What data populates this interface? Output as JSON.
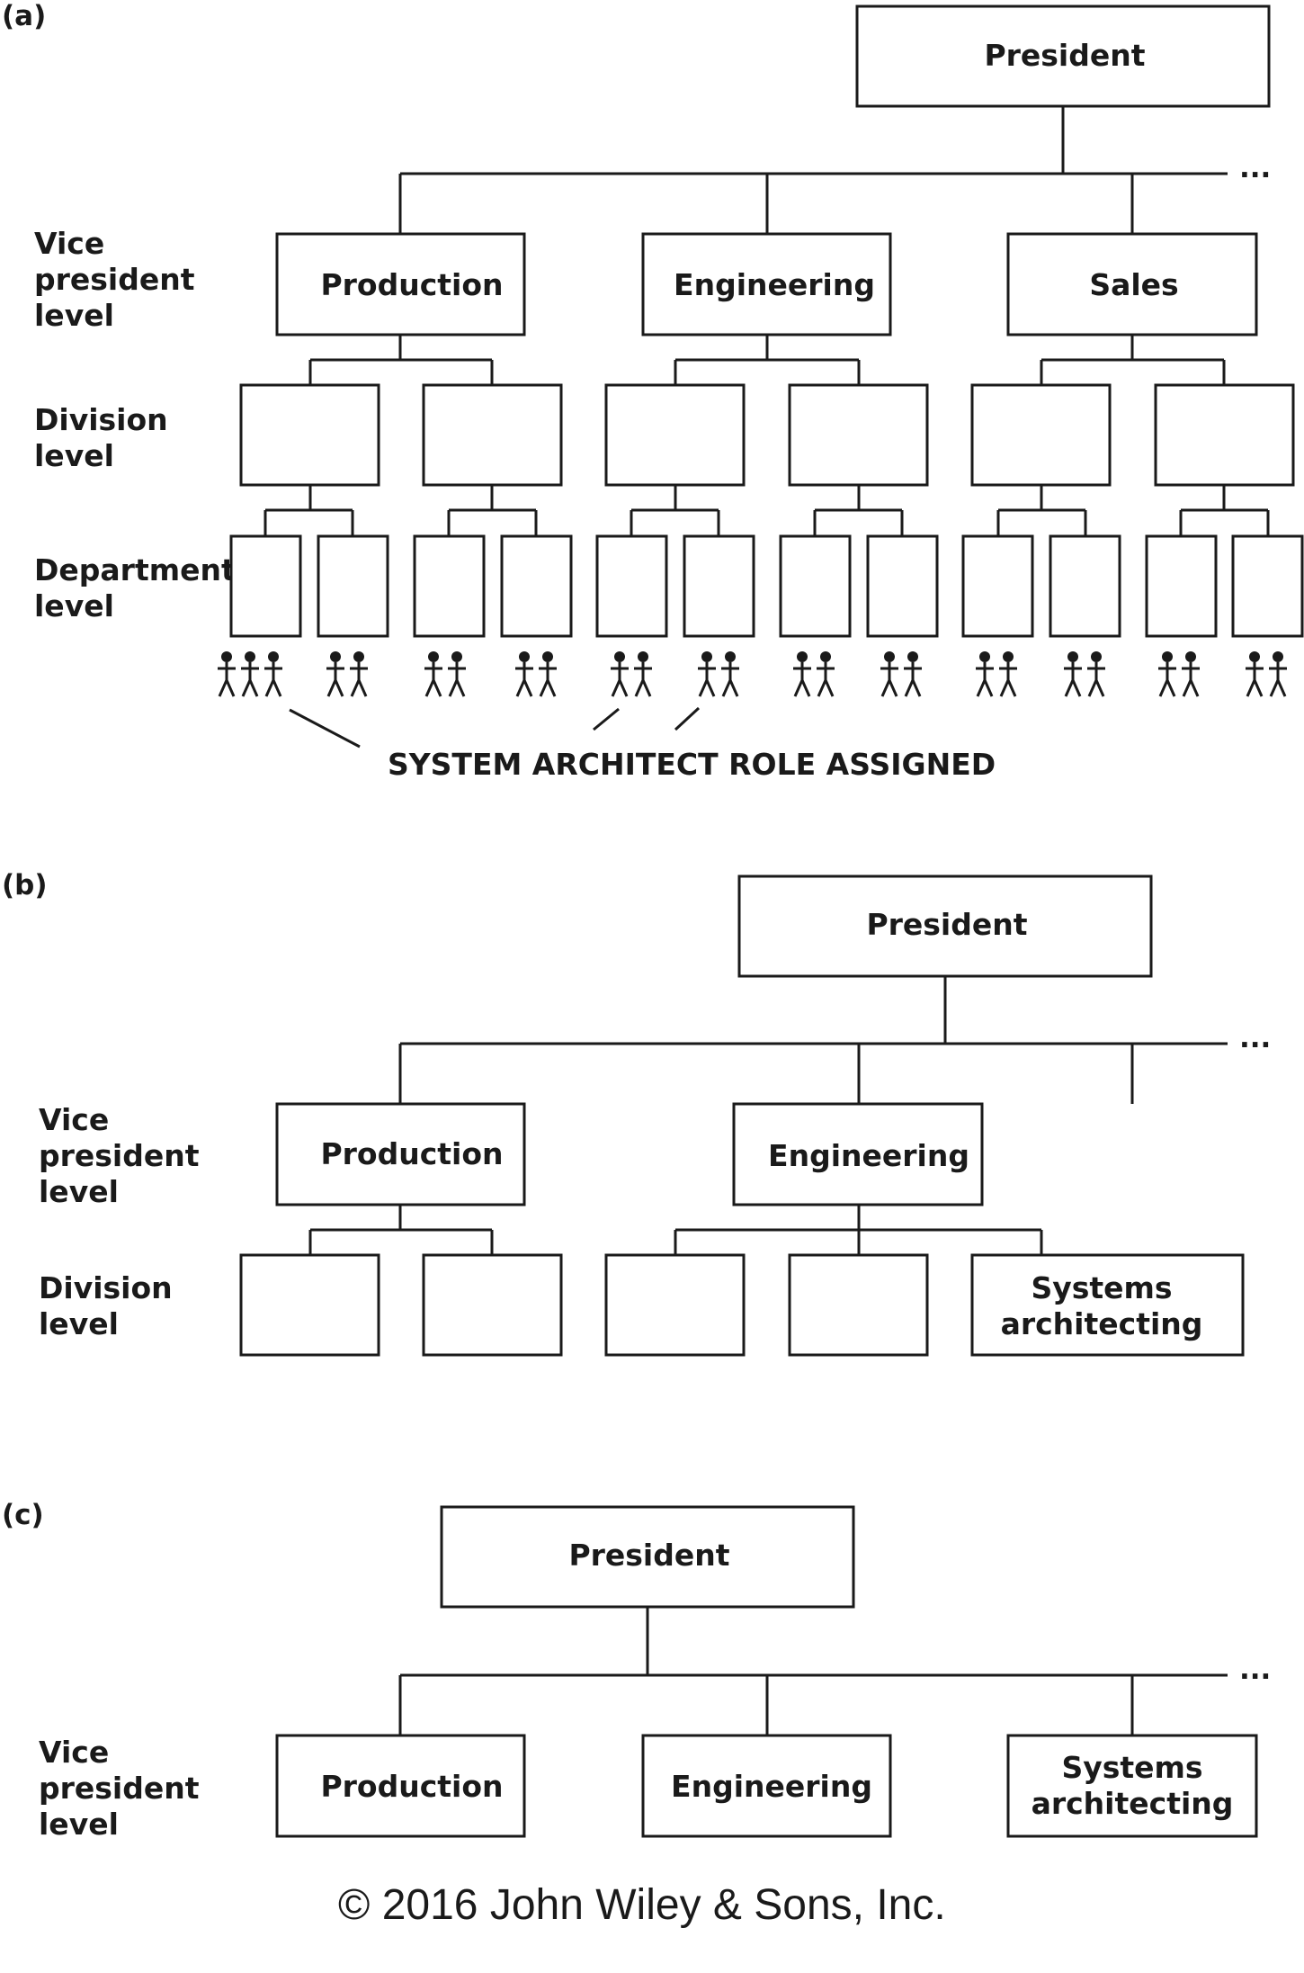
{
  "panel_a": {
    "tag": "(a)",
    "president": "President",
    "ellipsis": "...",
    "level_vp": [
      "Vice",
      "president",
      "level"
    ],
    "level_division": [
      "Division",
      "level"
    ],
    "level_department": [
      "Department",
      "level"
    ],
    "vps": [
      "Production",
      "Engineering",
      "Sales"
    ],
    "annotation": "SYSTEM ARCHITECT ROLE ASSIGNED",
    "staff_counts": [
      3,
      2,
      2,
      2,
      2,
      2,
      2,
      2,
      2,
      2,
      2,
      2
    ]
  },
  "panel_b": {
    "tag": "(b)",
    "president": "President",
    "ellipsis": "...",
    "level_vp": [
      "Vice",
      "president",
      "level"
    ],
    "level_division": [
      "Division",
      "level"
    ],
    "vps": [
      "Production",
      "Engineering"
    ],
    "systems_division": [
      "Systems",
      "architecting"
    ]
  },
  "panel_c": {
    "tag": "(c)",
    "president": "President",
    "ellipsis": "...",
    "level_vp": [
      "Vice",
      "president",
      "level"
    ],
    "vps": [
      "Production",
      "Engineering"
    ],
    "systems_vp": [
      "Systems",
      "architecting"
    ]
  },
  "copyright": "© 2016 John Wiley & Sons, Inc."
}
